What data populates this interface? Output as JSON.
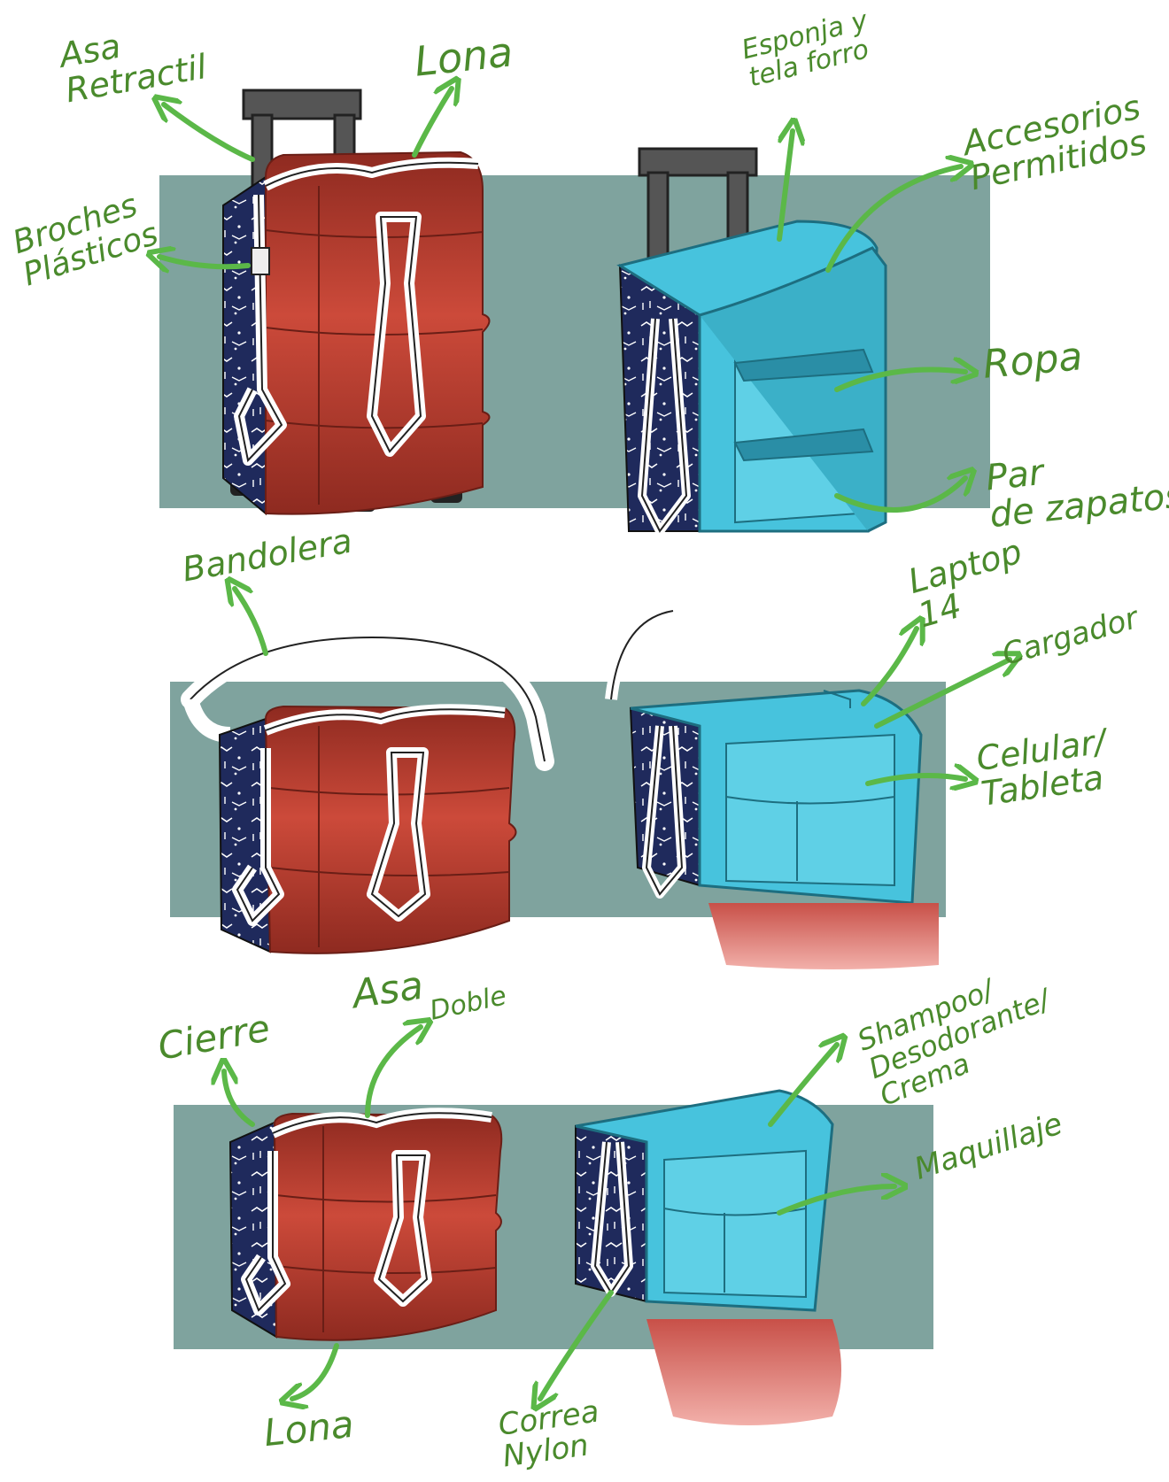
{
  "colors": {
    "panel": "#7fa39e",
    "annotation_green": "#5bb848",
    "label_green": "#4a8a2c",
    "suitcase_red": "#bf4132",
    "suitcase_red_dark": "#8e2a20",
    "side_navy": "#1f2a5c",
    "interior_cyan": "#47c3dd",
    "interior_cyan_dark": "#2a8ea6",
    "handle_gray": "#555555",
    "lid_pink": "#d9685e"
  },
  "labels": {
    "asa_retractil": "Asa\nRetractil",
    "lona_top": "Lona",
    "broches_plasticos": "Broches\nPlásticos",
    "esponja_tela_forro": "Esponja y\ntela forro",
    "accesorios_permitidos": "Accesorios\nPermitidos",
    "ropa": "Ropa",
    "par_de_zapatos": "Par\nde zapatos",
    "bandolera": "Bandolera",
    "laptop_14": "Laptop\n14",
    "cargador": "Cargador",
    "celular_tableta": "Celular/\nTableta",
    "asa_doble_1": "Asa",
    "asa_doble_2": "Doble",
    "cierre": "Cierre",
    "shampoo": "Shampoo/\nDesodorante/\nCrema",
    "maquillaje": "Maquillaje",
    "lona_bottom": "Lona",
    "correa_nylon": "Correa\nNylon"
  }
}
